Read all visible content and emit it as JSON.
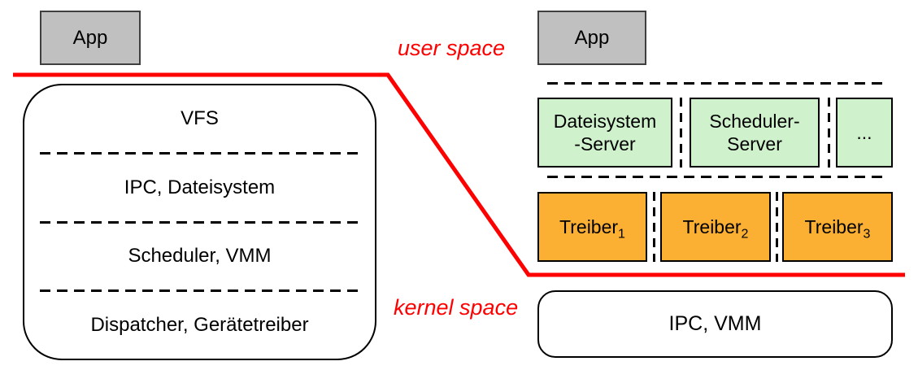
{
  "colors": {
    "divider_red": "#FF0000",
    "app_fill": "#C0C0C0",
    "server_fill": "#CFF2CC",
    "driver_fill": "#FBB034",
    "border_black": "#000000"
  },
  "regions": {
    "user_space_label": "user space",
    "kernel_space_label": "kernel space"
  },
  "monolithic": {
    "app_label": "App",
    "layers": [
      "VFS",
      "IPC, Dateisystem",
      "Scheduler, VMM",
      "Dispatcher, Gerätetreiber"
    ]
  },
  "microkernel": {
    "app_label": "App",
    "servers": [
      {
        "line1": "Dateisystem",
        "line2": "-Server"
      },
      {
        "line1": "Scheduler-",
        "line2": "Server"
      },
      {
        "line1": "...",
        "line2": ""
      }
    ],
    "drivers": [
      {
        "name": "Treiber",
        "subscript": "1"
      },
      {
        "name": "Treiber",
        "subscript": "2"
      },
      {
        "name": "Treiber",
        "subscript": "3"
      }
    ],
    "kernel_label": "IPC, VMM"
  }
}
